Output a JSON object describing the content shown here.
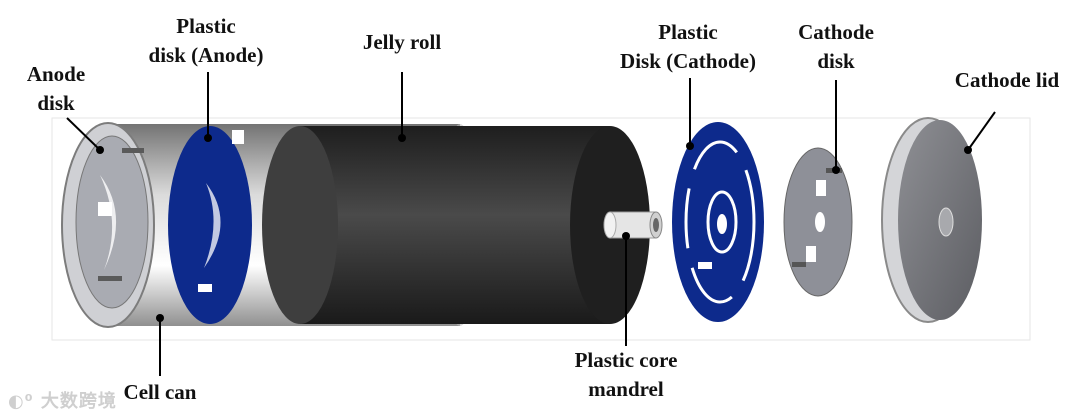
{
  "labels": {
    "anode_disk": [
      "Anode",
      "disk"
    ],
    "plastic_disk_anode": [
      "Plastic",
      "disk (Anode)"
    ],
    "jelly_roll": [
      "Jelly roll"
    ],
    "plastic_disk_cathode": [
      "Plastic",
      "Disk (Cathode)"
    ],
    "cathode_disk": [
      "Cathode",
      "disk"
    ],
    "cathode_lid": [
      "Cathode lid"
    ],
    "cell_can": [
      "Cell can"
    ],
    "plastic_core_mandrel": [
      "Plastic core",
      "mandrel"
    ]
  },
  "watermark": "大数跨境",
  "colors": {
    "blue_disk": "#0d2a8c",
    "jelly_roll": "#2f2f2f",
    "metal": "#9a9ca3"
  }
}
